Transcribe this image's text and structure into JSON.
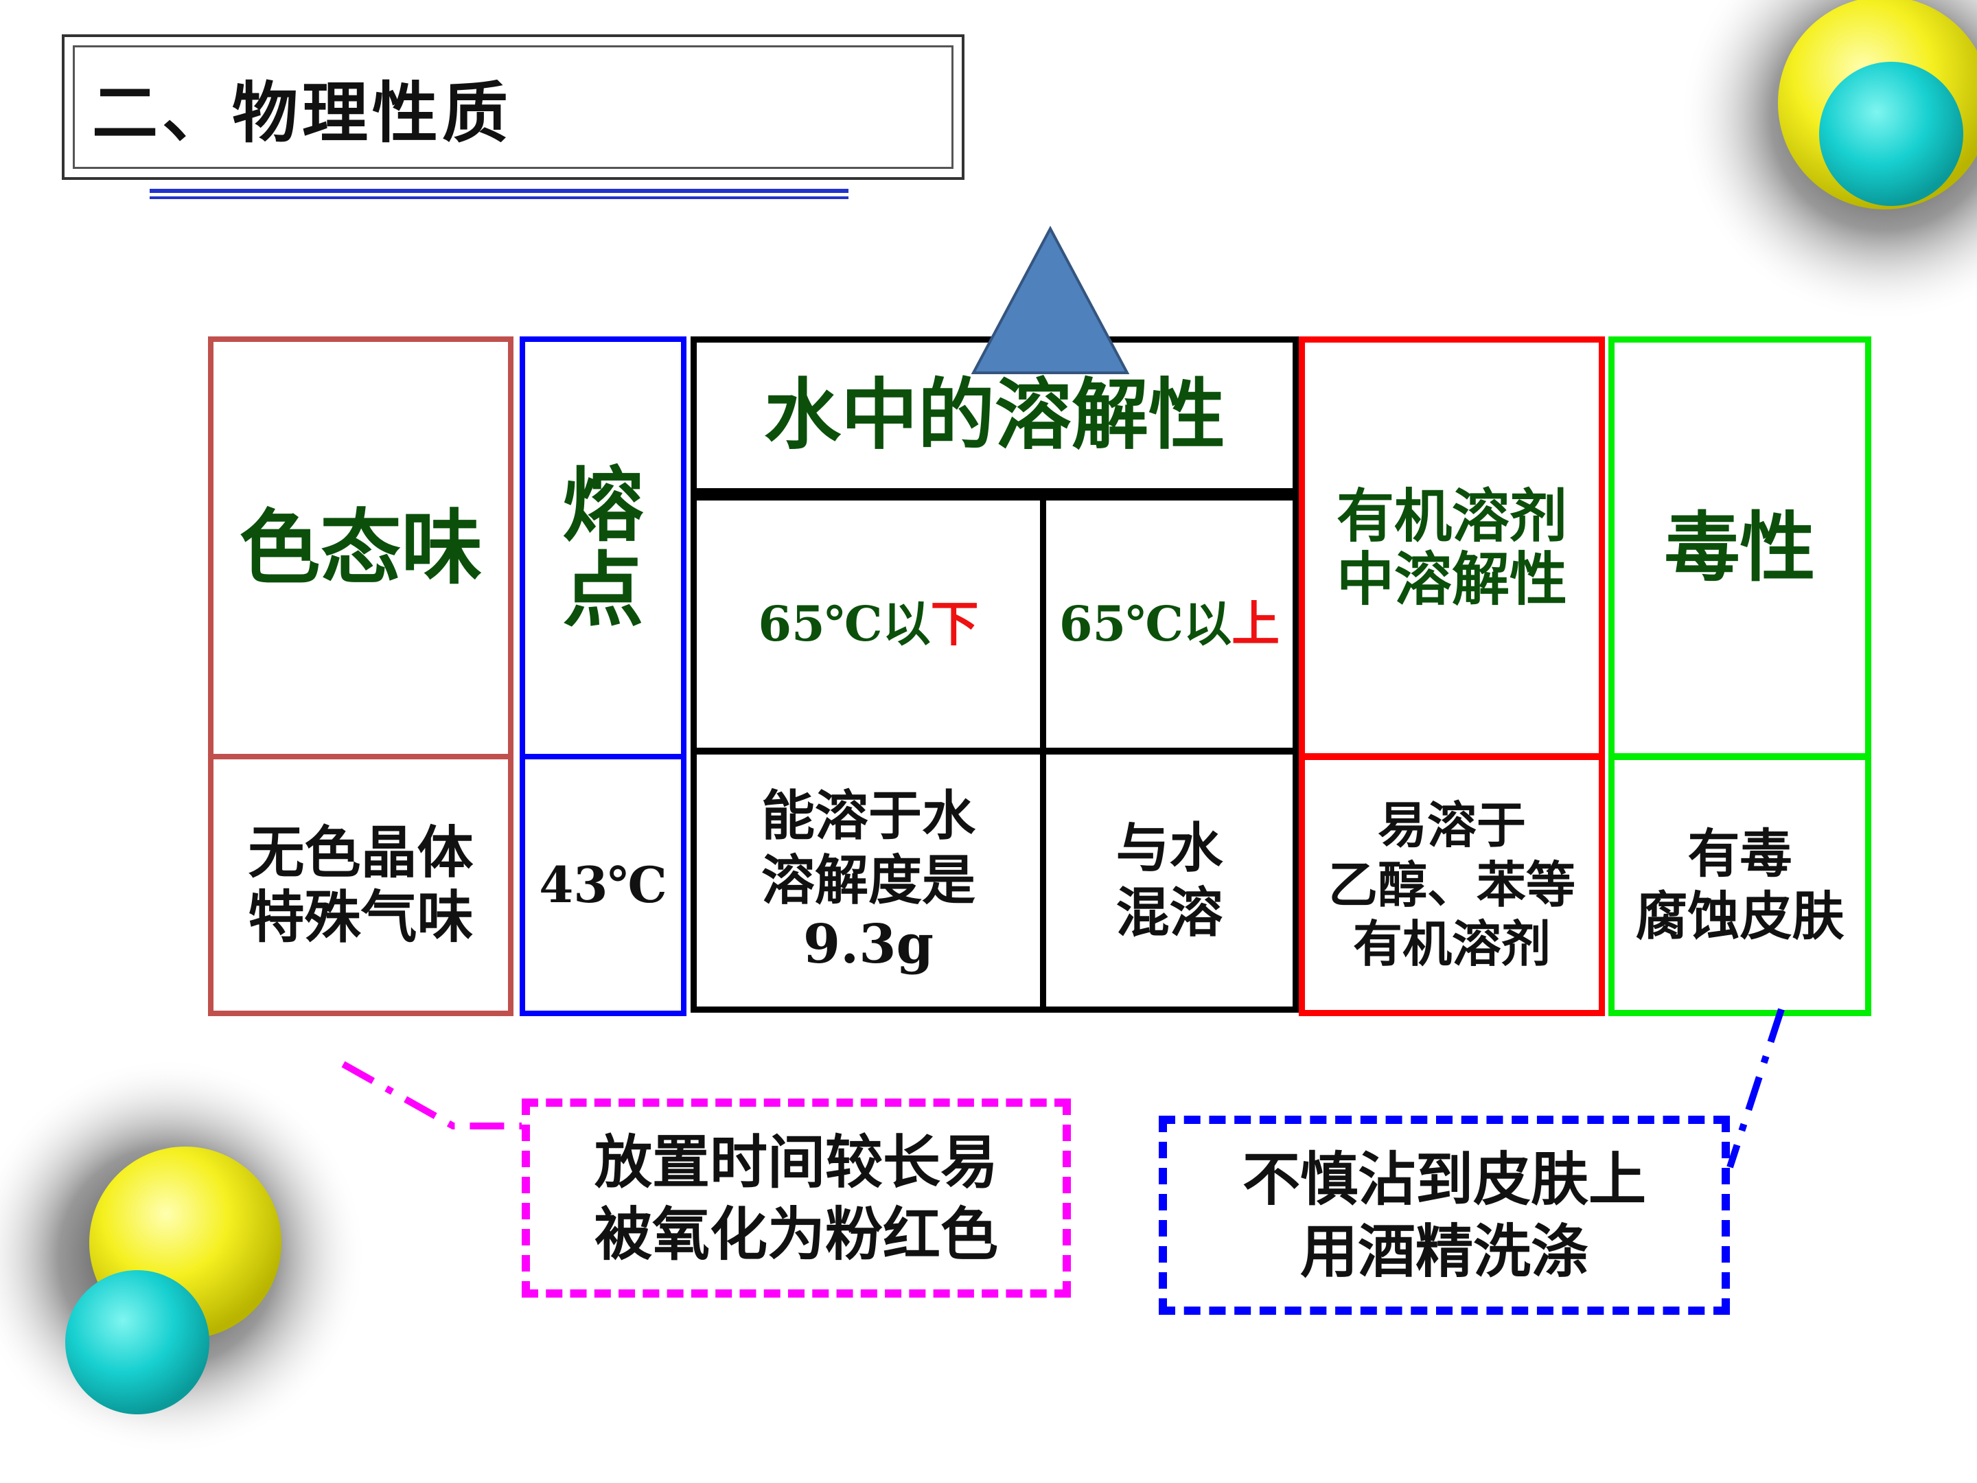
{
  "title": "二、物理性质",
  "table": {
    "header": {
      "color_state_smell": "色态味",
      "melting_point": "熔\n点",
      "water_solubility": "水中的溶解性",
      "below_65_prefix": "65℃以",
      "below_65_suffix": "下",
      "above_65_prefix": "65℃以",
      "above_65_suffix": "上",
      "organic_solubility": "有机溶剂\n中溶解性",
      "toxicity": "毒性"
    },
    "values": {
      "color_state_smell": "无色晶体\n特殊气味",
      "melting_point": "43℃",
      "below_65": "能溶于水\n溶解度是\n9.3g",
      "above_65": "与水\n混溶",
      "organic_solubility": "易溶于\n乙醇、苯等\n有机溶剂",
      "toxicity": "有毒\n腐蚀皮肤"
    }
  },
  "notes": {
    "oxidation": "放置时间较长易\n被氧化为粉红色",
    "first_aid": "不慎沾到皮肤上\n用酒精洗涤"
  },
  "colors": {
    "col1_border": "#c0504d",
    "col2_border": "#0000ff",
    "col3_border": "#000000",
    "col4_border": "#ff0000",
    "col5_border": "#00ee00",
    "header_text": "#0b4f0b",
    "accent_red": "#ee1111",
    "note1_border": "#ff00ff",
    "note2_border": "#0000ff",
    "triangle_fill": "#4f81bd"
  }
}
